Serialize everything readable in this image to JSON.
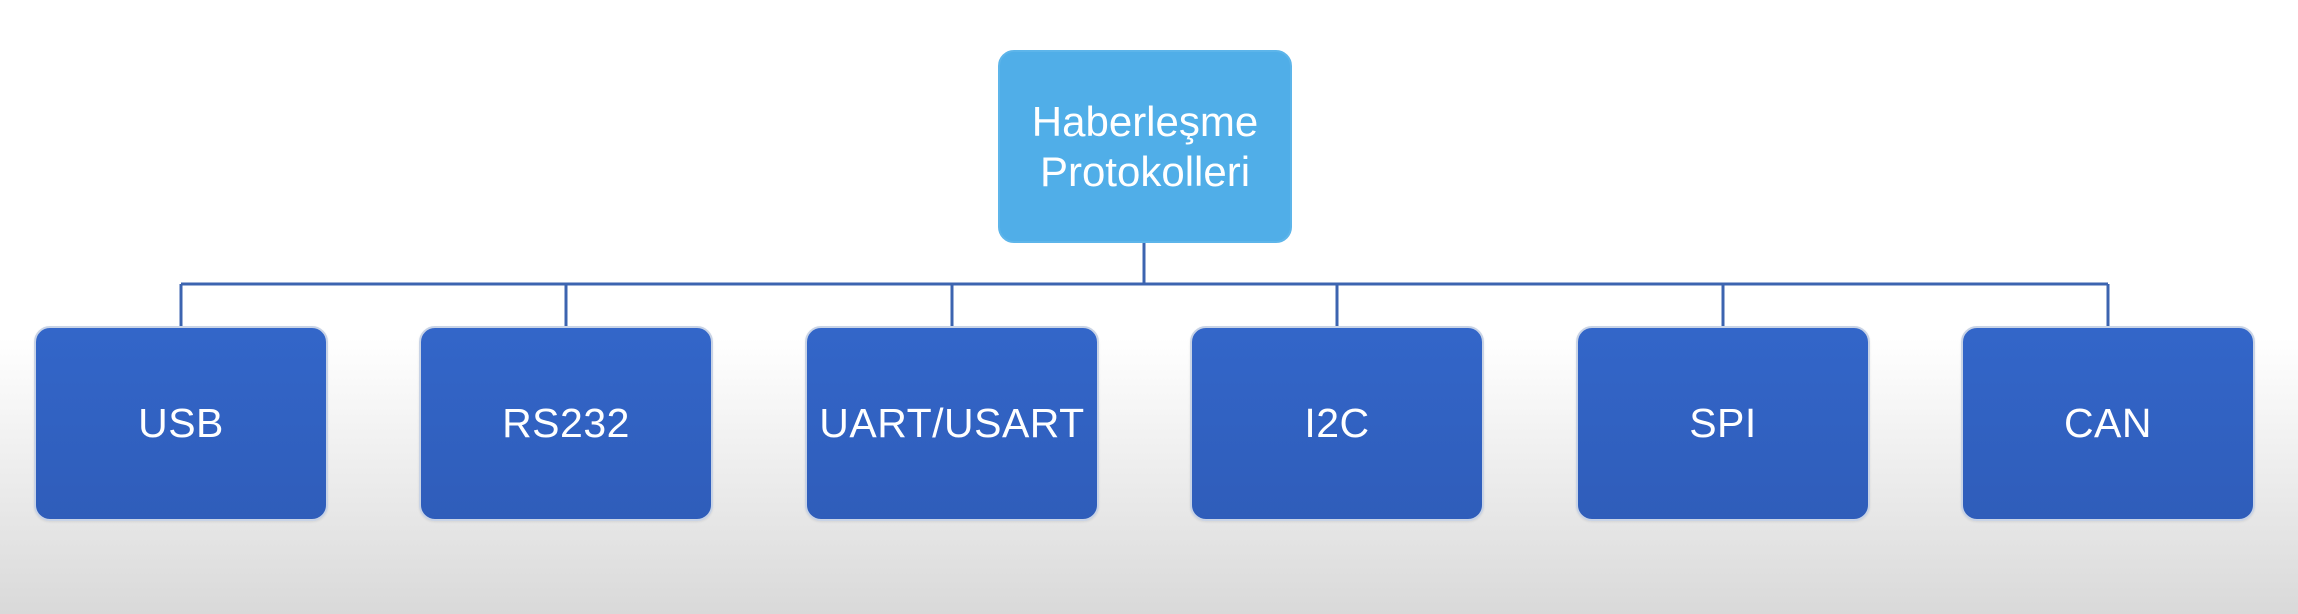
{
  "diagram": {
    "root": {
      "label": "Haberleşme Protokolleri"
    },
    "children": [
      {
        "label": "USB"
      },
      {
        "label": "RS232"
      },
      {
        "label": "UART/USART"
      },
      {
        "label": "I2C"
      },
      {
        "label": "SPI"
      },
      {
        "label": "CAN"
      }
    ]
  },
  "colors": {
    "root_fill": "#50aee8",
    "child_fill": "#3063c5",
    "connector": "#3c64b0",
    "text": "#ffffff"
  }
}
